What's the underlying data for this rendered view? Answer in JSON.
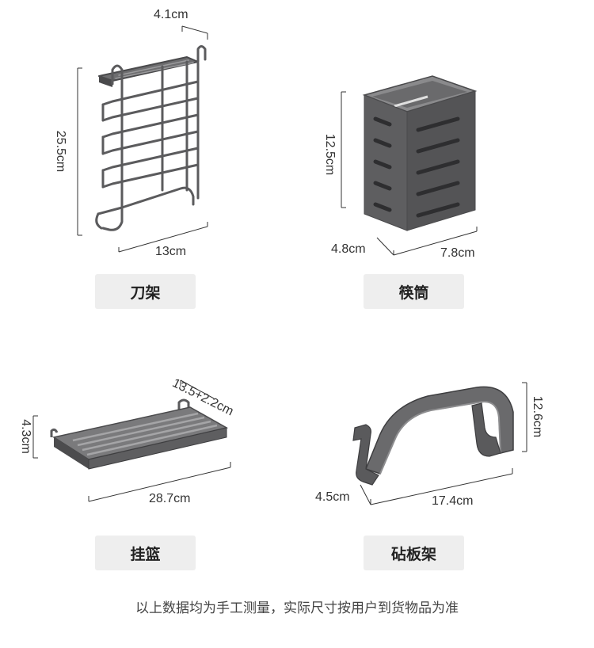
{
  "colors": {
    "metal": "#5b5b5d",
    "metal_dark": "#3e3e40",
    "metal_light": "#8a8a8c",
    "dim_line": "#333333",
    "label_bg": "#eeeeee"
  },
  "products": [
    {
      "name": "刀架",
      "dims": {
        "top": "4.1cm",
        "height": "25.5cm",
        "width": "13cm"
      }
    },
    {
      "name": "筷筒",
      "dims": {
        "height": "12.5cm",
        "depth": "4.8cm",
        "width": "7.8cm"
      }
    },
    {
      "name": "挂篮",
      "dims": {
        "depth": "13.5+2.2cm",
        "height": "4.3cm",
        "width": "28.7cm"
      }
    },
    {
      "name": "砧板架",
      "dims": {
        "height": "12.6cm",
        "depth": "4.5cm",
        "width": "17.4cm"
      }
    }
  ],
  "footer_note": "以上数据均为手工测量，实际尺寸按用户到货物品为准"
}
